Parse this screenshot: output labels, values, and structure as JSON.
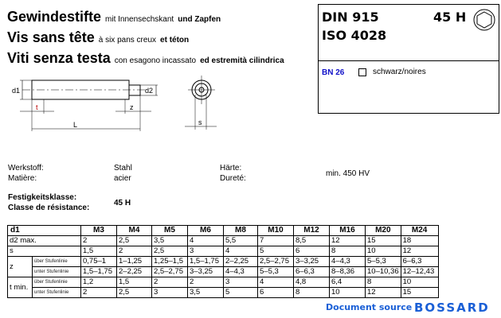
{
  "titles": [
    {
      "main": "Gewindestifte",
      "sub1": "mit Innensechskant",
      "sub2": "und Zapfen"
    },
    {
      "main": "Vis sans tête",
      "sub1": "à six pans creux",
      "sub2": "et téton"
    },
    {
      "main": "Viti senza testa",
      "sub1": "con esagono incassato",
      "sub2": "ed estremità cilindrica"
    }
  ],
  "standard": {
    "din": "DIN 915",
    "iso": "ISO 4028",
    "class": "45 H",
    "bn": "BN 26",
    "finish": "schwarz/noires"
  },
  "drawing": {
    "d1": "d1",
    "d2": "d2",
    "t": "t",
    "z": "z",
    "L": "L",
    "s": "s"
  },
  "properties": {
    "material_de": "Werkstoff:",
    "material_fr": "Matière:",
    "material_value_de": "Stahl",
    "material_value_fr": "acier",
    "hardness_de": "Härte:",
    "hardness_fr": "Dureté:",
    "hardness_value": "min. 450 HV",
    "class_de": "Festigkeitsklasse:",
    "class_fr": "Classe de résistance:",
    "class_value": "45 H"
  },
  "table": {
    "header": "d1",
    "sizes": [
      "M3",
      "M4",
      "M5",
      "M6",
      "M8",
      "M10",
      "M12",
      "M16",
      "M20",
      "M24"
    ],
    "rows": [
      {
        "label": "d2 max.",
        "sub": "",
        "values": [
          "2",
          "2,5",
          "3,5",
          "4",
          "5,5",
          "7",
          "8,5",
          "12",
          "15",
          "18"
        ]
      },
      {
        "label": "s",
        "sub": "",
        "values": [
          "1,5",
          "2",
          "2,5",
          "3",
          "4",
          "5",
          "6",
          "8",
          "10",
          "12"
        ]
      },
      {
        "label": "z",
        "sub": "über Stufenlinie",
        "values": [
          "0,75–1",
          "1–1,25",
          "1,25–1,5",
          "1,5–1,75",
          "2–2,25",
          "2,5–2,75",
          "3–3,25",
          "4–4,3",
          "5–5,3",
          "6–6,3"
        ]
      },
      {
        "label": "",
        "sub": "unter Stufenlinie",
        "values": [
          "1,5–1,75",
          "2–2,25",
          "2,5–2,75",
          "3–3,25",
          "4–4,3",
          "5–5,3",
          "6–6,3",
          "8–8,36",
          "10–10,36",
          "12–12,43"
        ]
      },
      {
        "label": "t min.",
        "sub": "über Stufenlinie",
        "values": [
          "1,2",
          "1,5",
          "2",
          "2",
          "3",
          "4",
          "4,8",
          "6,4",
          "8",
          "10"
        ]
      },
      {
        "label": "",
        "sub": "unter Stufenlinie",
        "values": [
          "2",
          "2,5",
          "3",
          "3,5",
          "5",
          "6",
          "8",
          "10",
          "12",
          "15"
        ]
      }
    ]
  },
  "source": {
    "label": "Document source :",
    "brand": "BOSSARD"
  },
  "colors": {
    "blue": "#1a5fd6",
    "bn": "#1010c8"
  }
}
